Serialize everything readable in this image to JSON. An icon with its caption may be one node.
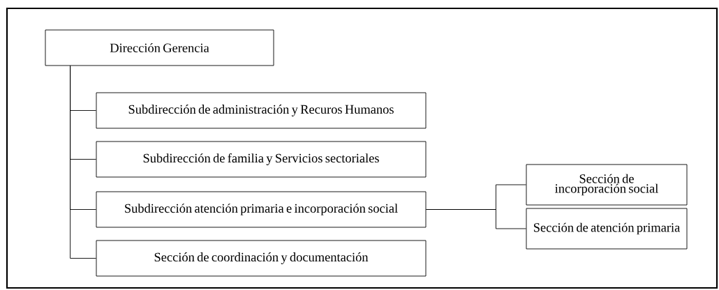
{
  "diagram": {
    "nodes": [
      {
        "text": [
          "Dirección Gerencia"
        ]
      },
      {
        "text": [
          "Subdirección de administración y Recuros Humanos"
        ]
      },
      {
        "text": [
          "Subdirección de familia y Servicios sectoriales"
        ]
      },
      {
        "text": [
          "Subdirección atención primaria e incorporación social"
        ]
      },
      {
        "text": [
          "Sección de coordinación y documentación"
        ]
      },
      {
        "text": [
          "Sección de incorporación social"
        ]
      },
      {
        "text": [
          "Sección de atención primaria"
        ]
      }
    ],
    "edges": [
      {
        "from": 0,
        "to": 1,
        "arrow": "none"
      },
      {
        "from": 0,
        "to": 2,
        "arrow": "none"
      },
      {
        "from": 0,
        "to": 3,
        "arrow": "none"
      },
      {
        "from": 0,
        "to": 4,
        "arrow": "none"
      },
      {
        "from": 3,
        "to": 5,
        "arrow": "none"
      },
      {
        "from": 3,
        "to": 6,
        "arrow": "none"
      }
    ]
  }
}
